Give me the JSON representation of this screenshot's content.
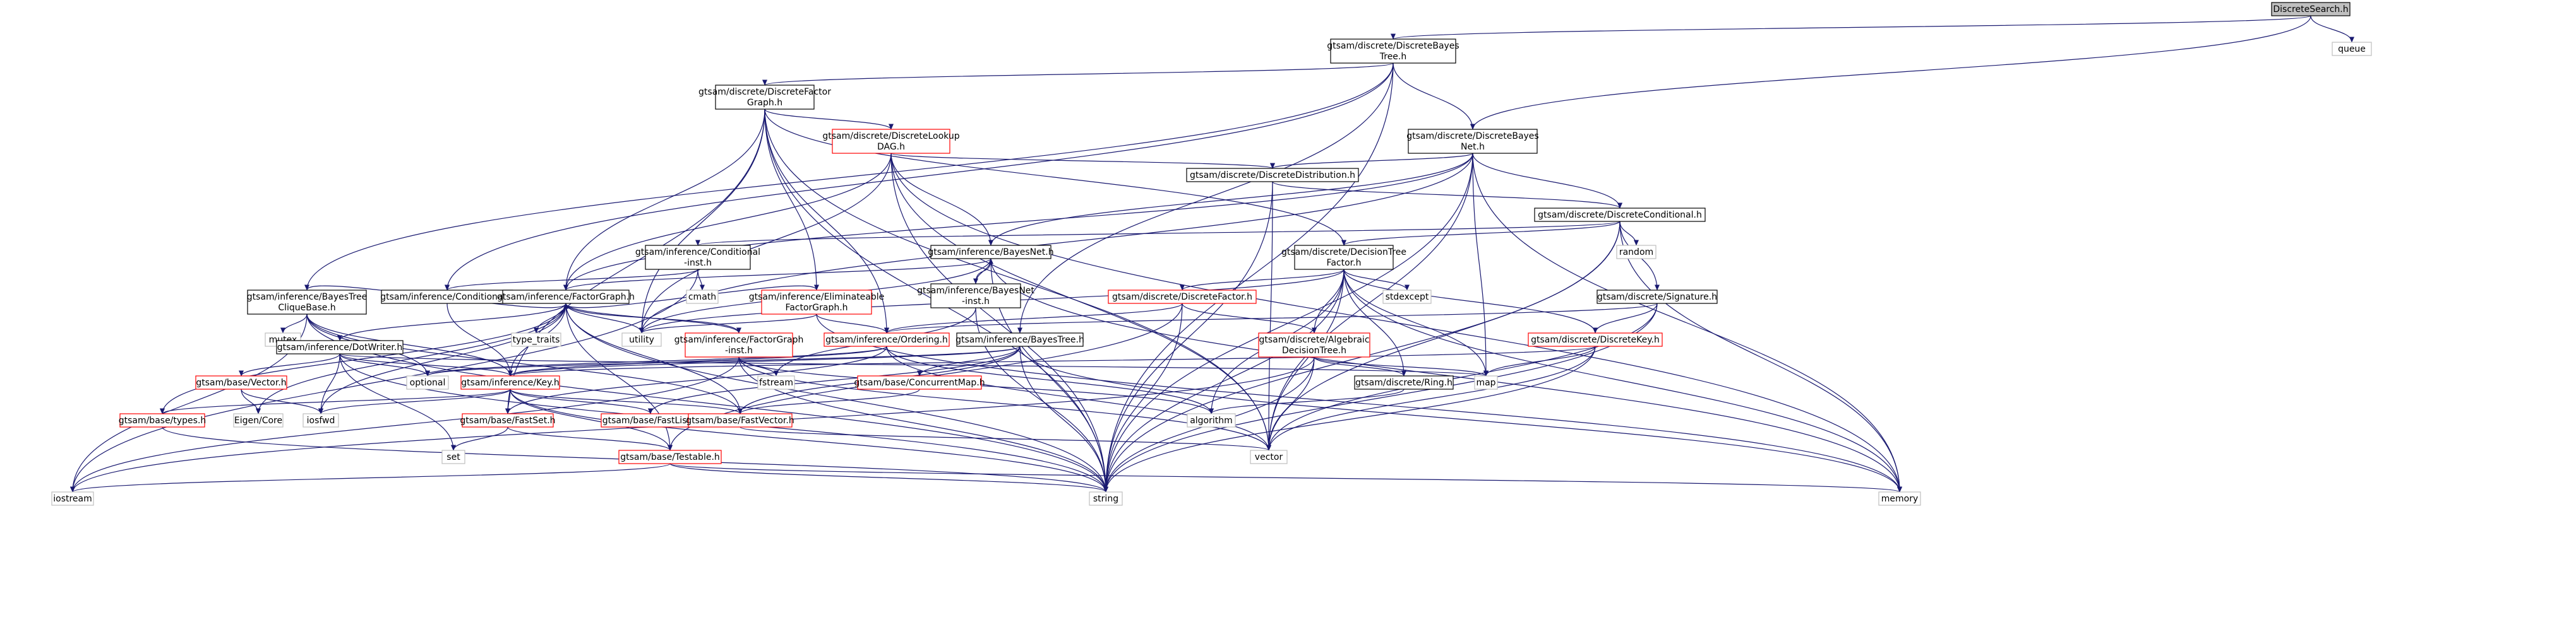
{
  "colors": {
    "edge": "#191970",
    "root_fill": "#bfbfbf",
    "documented_border": "#000000",
    "incomplete_border": "#ff0000",
    "external_border": "#bfbfbf",
    "text": "#000000"
  },
  "nodes": [
    {
      "id": "DS",
      "lines": [
        "DiscreteSearch.h"
      ],
      "kind": "root"
    },
    {
      "id": "DBT",
      "lines": [
        "gtsam/discrete/DiscreteBayes",
        "Tree.h"
      ],
      "kind": "doc"
    },
    {
      "id": "queue",
      "lines": [
        "queue"
      ],
      "kind": "ext"
    },
    {
      "id": "DFG",
      "lines": [
        "gtsam/discrete/DiscreteFactor",
        "Graph.h"
      ],
      "kind": "doc"
    },
    {
      "id": "DBN",
      "lines": [
        "gtsam/discrete/DiscreteBayes",
        "Net.h"
      ],
      "kind": "doc"
    },
    {
      "id": "DLD",
      "lines": [
        "gtsam/discrete/DiscreteLookup",
        "DAG.h"
      ],
      "kind": "inc"
    },
    {
      "id": "DDist",
      "lines": [
        "gtsam/discrete/DiscreteDistribution.h"
      ],
      "kind": "doc"
    },
    {
      "id": "DCond",
      "lines": [
        "gtsam/discrete/DiscreteConditional.h"
      ],
      "kind": "doc"
    },
    {
      "id": "CondInst",
      "lines": [
        "gtsam/inference/Conditional",
        "-inst.h"
      ],
      "kind": "doc"
    },
    {
      "id": "BN",
      "lines": [
        "gtsam/inference/BayesNet.h"
      ],
      "kind": "doc"
    },
    {
      "id": "DTF",
      "lines": [
        "gtsam/discrete/DecisionTree",
        "Factor.h"
      ],
      "kind": "doc"
    },
    {
      "id": "random",
      "lines": [
        "random"
      ],
      "kind": "ext"
    },
    {
      "id": "BTCB",
      "lines": [
        "gtsam/inference/BayesTree",
        "CliqueBase.h"
      ],
      "kind": "doc"
    },
    {
      "id": "Cond",
      "lines": [
        "gtsam/inference/Conditional.h"
      ],
      "kind": "doc"
    },
    {
      "id": "FG",
      "lines": [
        "gtsam/inference/FactorGraph.h"
      ],
      "kind": "doc"
    },
    {
      "id": "cmath",
      "lines": [
        "cmath"
      ],
      "kind": "ext"
    },
    {
      "id": "EFG",
      "lines": [
        "gtsam/inference/Eliminateable",
        "FactorGraph.h"
      ],
      "kind": "inc"
    },
    {
      "id": "BNInst",
      "lines": [
        "gtsam/inference/BayesNet",
        "-inst.h"
      ],
      "kind": "doc"
    },
    {
      "id": "DF",
      "lines": [
        "gtsam/discrete/DiscreteFactor.h"
      ],
      "kind": "inc"
    },
    {
      "id": "stdexcept",
      "lines": [
        "stdexcept"
      ],
      "kind": "ext"
    },
    {
      "id": "DSig",
      "lines": [
        "gtsam/discrete/Signature.h"
      ],
      "kind": "doc"
    },
    {
      "id": "mutex",
      "lines": [
        "mutex"
      ],
      "kind": "ext"
    },
    {
      "id": "DotW",
      "lines": [
        "gtsam/inference/DotWriter.h"
      ],
      "kind": "doc"
    },
    {
      "id": "typetraits",
      "lines": [
        "type_traits"
      ],
      "kind": "ext"
    },
    {
      "id": "utility",
      "lines": [
        "utility"
      ],
      "kind": "ext"
    },
    {
      "id": "FGInst",
      "lines": [
        "gtsam/inference/FactorGraph",
        "-inst.h"
      ],
      "kind": "inc"
    },
    {
      "id": "Ord",
      "lines": [
        "gtsam/inference/Ordering.h"
      ],
      "kind": "inc"
    },
    {
      "id": "BT",
      "lines": [
        "gtsam/inference/BayesTree.h"
      ],
      "kind": "doc"
    },
    {
      "id": "ADT",
      "lines": [
        "gtsam/discrete/Algebraic",
        "DecisionTree.h"
      ],
      "kind": "inc"
    },
    {
      "id": "DKey",
      "lines": [
        "gtsam/discrete/DiscreteKey.h"
      ],
      "kind": "inc"
    },
    {
      "id": "Vec",
      "lines": [
        "gtsam/base/Vector.h"
      ],
      "kind": "inc"
    },
    {
      "id": "optional",
      "lines": [
        "optional"
      ],
      "kind": "ext"
    },
    {
      "id": "Key",
      "lines": [
        "gtsam/inference/Key.h"
      ],
      "kind": "inc"
    },
    {
      "id": "fstream",
      "lines": [
        "fstream"
      ],
      "kind": "ext"
    },
    {
      "id": "CMap",
      "lines": [
        "gtsam/base/ConcurrentMap.h"
      ],
      "kind": "inc"
    },
    {
      "id": "Ring",
      "lines": [
        "gtsam/discrete/Ring.h"
      ],
      "kind": "doc"
    },
    {
      "id": "map",
      "lines": [
        "map"
      ],
      "kind": "ext"
    },
    {
      "id": "Types",
      "lines": [
        "gtsam/base/types.h"
      ],
      "kind": "inc"
    },
    {
      "id": "Eigen",
      "lines": [
        "Eigen/Core"
      ],
      "kind": "ext"
    },
    {
      "id": "iosfwd",
      "lines": [
        "iosfwd"
      ],
      "kind": "ext"
    },
    {
      "id": "FastList",
      "lines": [
        "gtsam/base/FastList.h"
      ],
      "kind": "inc"
    },
    {
      "id": "FastSet",
      "lines": [
        "gtsam/base/FastSet.h"
      ],
      "kind": "inc"
    },
    {
      "id": "FastVec",
      "lines": [
        "gtsam/base/FastVector.h"
      ],
      "kind": "inc"
    },
    {
      "id": "algorithm",
      "lines": [
        "algorithm"
      ],
      "kind": "ext"
    },
    {
      "id": "set",
      "lines": [
        "set"
      ],
      "kind": "ext"
    },
    {
      "id": "Testable",
      "lines": [
        "gtsam/base/Testable.h"
      ],
      "kind": "inc"
    },
    {
      "id": "vector",
      "lines": [
        "vector"
      ],
      "kind": "ext"
    },
    {
      "id": "iostream",
      "lines": [
        "iostream"
      ],
      "kind": "ext"
    },
    {
      "id": "string",
      "lines": [
        "string"
      ],
      "kind": "ext"
    },
    {
      "id": "memory",
      "lines": [
        "memory"
      ],
      "kind": "ext"
    }
  ],
  "edges": [
    [
      "DS",
      "DBT"
    ],
    [
      "DS",
      "queue"
    ],
    [
      "DS",
      "DBN"
    ],
    [
      "DBT",
      "DFG"
    ],
    [
      "DBT",
      "DBN"
    ],
    [
      "DBT",
      "BTCB"
    ],
    [
      "DBT",
      "Cond"
    ],
    [
      "DBT",
      "BT"
    ],
    [
      "DBT",
      "string"
    ],
    [
      "DFG",
      "DLD"
    ],
    [
      "DFG",
      "DTF"
    ],
    [
      "DFG",
      "FG"
    ],
    [
      "DFG",
      "EFG"
    ],
    [
      "DFG",
      "Ord"
    ],
    [
      "DFG",
      "FastSet"
    ],
    [
      "DFG",
      "utility"
    ],
    [
      "DFG",
      "vector"
    ],
    [
      "DFG",
      "string"
    ],
    [
      "DBN",
      "DDist"
    ],
    [
      "DBN",
      "DCond"
    ],
    [
      "DBN",
      "BN"
    ],
    [
      "DBN",
      "FG"
    ],
    [
      "DBN",
      "map"
    ],
    [
      "DBN",
      "vector"
    ],
    [
      "DBN",
      "string"
    ],
    [
      "DBN",
      "memory"
    ],
    [
      "DBN",
      "utility"
    ],
    [
      "DLD",
      "DDist"
    ],
    [
      "DLD",
      "BN"
    ],
    [
      "DLD",
      "FG"
    ],
    [
      "DLD",
      "utility"
    ],
    [
      "DLD",
      "vector"
    ],
    [
      "DLD",
      "string"
    ],
    [
      "DLD",
      "memory"
    ],
    [
      "DDist",
      "DCond"
    ],
    [
      "DDist",
      "vector"
    ],
    [
      "DDist",
      "string"
    ],
    [
      "DCond",
      "DTF"
    ],
    [
      "DCond",
      "DSig"
    ],
    [
      "DCond",
      "CondInst"
    ],
    [
      "DCond",
      "random"
    ],
    [
      "DCond",
      "vector"
    ],
    [
      "DCond",
      "string"
    ],
    [
      "DCond",
      "memory"
    ],
    [
      "CondInst",
      "Cond"
    ],
    [
      "CondInst",
      "cmath"
    ],
    [
      "CondInst",
      "iostream"
    ],
    [
      "BN",
      "BNInst"
    ],
    [
      "BN",
      "FG"
    ],
    [
      "BN",
      "utility"
    ],
    [
      "BN",
      "string"
    ],
    [
      "BN",
      "memory"
    ],
    [
      "BNInst",
      "BN"
    ],
    [
      "BNInst",
      "fstream"
    ],
    [
      "BNInst",
      "string"
    ],
    [
      "DTF",
      "DF"
    ],
    [
      "DTF",
      "ADT"
    ],
    [
      "DTF",
      "DKey"
    ],
    [
      "DTF",
      "Ring"
    ],
    [
      "DTF",
      "stdexcept"
    ],
    [
      "DTF",
      "algorithm"
    ],
    [
      "DTF",
      "map"
    ],
    [
      "DTF",
      "vector"
    ],
    [
      "DTF",
      "string"
    ],
    [
      "DTF",
      "utility"
    ],
    [
      "DTF",
      "memory"
    ],
    [
      "DF",
      "ADT"
    ],
    [
      "DF",
      "Ord"
    ],
    [
      "DF",
      "Testable"
    ],
    [
      "DF",
      "string"
    ],
    [
      "ADT",
      "Ring"
    ],
    [
      "ADT",
      "map"
    ],
    [
      "ADT",
      "string"
    ],
    [
      "ADT",
      "vector"
    ],
    [
      "ADT",
      "iostream"
    ],
    [
      "DSig",
      "DKey"
    ],
    [
      "DSig",
      "string"
    ],
    [
      "DSig",
      "vector"
    ],
    [
      "DSig",
      "Ord"
    ],
    [
      "DKey",
      "Key"
    ],
    [
      "DKey",
      "map"
    ],
    [
      "DKey",
      "string"
    ],
    [
      "DKey",
      "vector"
    ],
    [
      "BTCB",
      "Key"
    ],
    [
      "BTCB",
      "FG"
    ],
    [
      "BTCB",
      "mutex"
    ],
    [
      "BTCB",
      "optional"
    ],
    [
      "BTCB",
      "string"
    ],
    [
      "BTCB",
      "FastVec"
    ],
    [
      "BTCB",
      "iostream"
    ],
    [
      "Cond",
      "Key"
    ],
    [
      "FG",
      "DotW"
    ],
    [
      "FG",
      "Key"
    ],
    [
      "FG",
      "FastVec"
    ],
    [
      "FG",
      "Testable"
    ],
    [
      "FG",
      "typetraits"
    ],
    [
      "FG",
      "utility"
    ],
    [
      "FG",
      "FGInst"
    ],
    [
      "FG",
      "string"
    ],
    [
      "FG",
      "iosfwd"
    ],
    [
      "FG",
      "Eigen"
    ],
    [
      "FG",
      "Types"
    ],
    [
      "FGInst",
      "FG"
    ],
    [
      "FGInst",
      "fstream"
    ],
    [
      "FGInst",
      "algorithm"
    ],
    [
      "FGInst",
      "iostream"
    ],
    [
      "FGInst",
      "string"
    ],
    [
      "FGInst",
      "vector"
    ],
    [
      "EFG",
      "FG"
    ],
    [
      "EFG",
      "Ord"
    ],
    [
      "EFG",
      "utility"
    ],
    [
      "EFG",
      "memory"
    ],
    [
      "Ord",
      "Key"
    ],
    [
      "Ord",
      "FastSet"
    ],
    [
      "Ord",
      "algorithm"
    ],
    [
      "Ord",
      "vector"
    ],
    [
      "Ord",
      "optional"
    ],
    [
      "DotW",
      "Key"
    ],
    [
      "DotW",
      "Vec"
    ],
    [
      "DotW",
      "map"
    ],
    [
      "DotW",
      "optional"
    ],
    [
      "DotW",
      "set"
    ],
    [
      "DotW",
      "string"
    ],
    [
      "DotW",
      "iosfwd"
    ],
    [
      "BT",
      "Key"
    ],
    [
      "BT",
      "CMap"
    ],
    [
      "BT",
      "FastList"
    ],
    [
      "BT",
      "FastVec"
    ],
    [
      "BT",
      "string"
    ],
    [
      "BT",
      "optional"
    ],
    [
      "BT",
      "memory"
    ],
    [
      "CMap",
      "FastVec"
    ],
    [
      "Ring",
      "algorithm"
    ],
    [
      "Key",
      "Types"
    ],
    [
      "Key",
      "FastList"
    ],
    [
      "Key",
      "FastSet"
    ],
    [
      "Key",
      "FastVec"
    ],
    [
      "Key",
      "Testable"
    ],
    [
      "Key",
      "iosfwd"
    ],
    [
      "Key",
      "string"
    ],
    [
      "Vec",
      "Eigen"
    ],
    [
      "Vec",
      "iosfwd"
    ],
    [
      "Types",
      "string"
    ],
    [
      "FastSet",
      "set"
    ],
    [
      "FastSet",
      "Testable"
    ],
    [
      "FastVec",
      "vector"
    ],
    [
      "Testable",
      "string"
    ],
    [
      "Testable",
      "iostream"
    ],
    [
      "Testable",
      "memory"
    ]
  ]
}
